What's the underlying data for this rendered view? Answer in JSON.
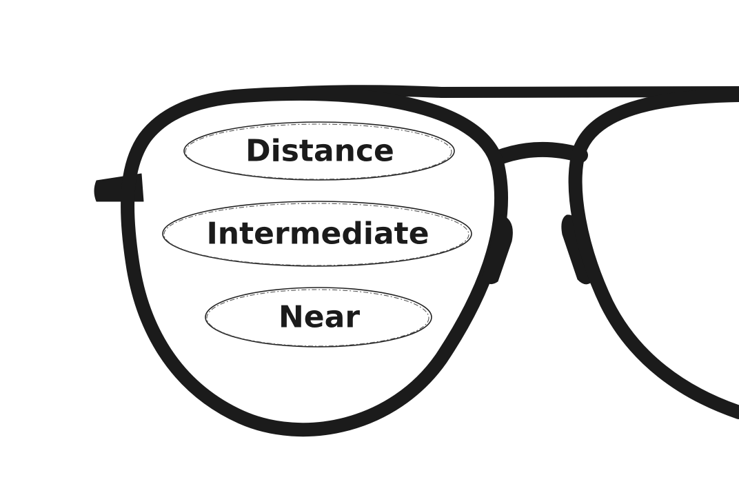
{
  "zones": {
    "distance": {
      "label": "Distance"
    },
    "intermediate": {
      "label": "Intermediate"
    },
    "near": {
      "label": "Near"
    }
  },
  "colors": {
    "frame": "#1b1b1b",
    "background": "#ffffff"
  }
}
